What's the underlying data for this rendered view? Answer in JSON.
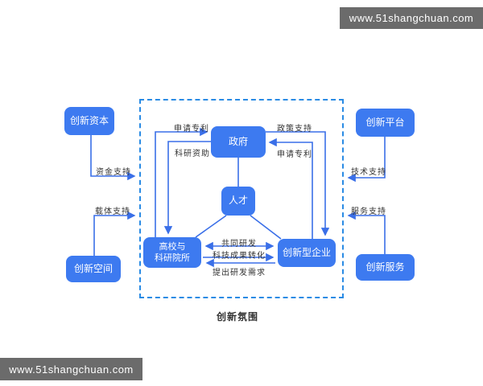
{
  "banners": {
    "top_right": "www.51shangchuan.com",
    "bottom_left": "www.51shangchuan.com"
  },
  "diagram": {
    "region_label": "创新氛围",
    "nodes": {
      "government": "政府",
      "talent": "人才",
      "university_line1": "高校与",
      "university_line2": "科研院所",
      "enterprise": "创新型企业",
      "capital": "创新资本",
      "space": "创新空间",
      "platform": "创新平台",
      "service": "创新服务"
    },
    "edge_labels": {
      "apply_patent_left": "申请专利",
      "research_funding": "科研资助",
      "policy_support": "政策支持",
      "apply_patent_right": "申请专利",
      "funding_support": "资金支持",
      "carrier_support": "载体支持",
      "tech_support": "技术支持",
      "service_support": "服务支持",
      "joint_rd": "共同研发",
      "achievement_transfer": "科技成果转化",
      "rd_demand": "提出研发需求"
    },
    "colors": {
      "node_fill": "#3d7af0",
      "connector": "#3a6fe8",
      "dashed_border": "#2a8be4",
      "label_text": "#333333",
      "banner_bg": "#6b6b6b"
    }
  }
}
